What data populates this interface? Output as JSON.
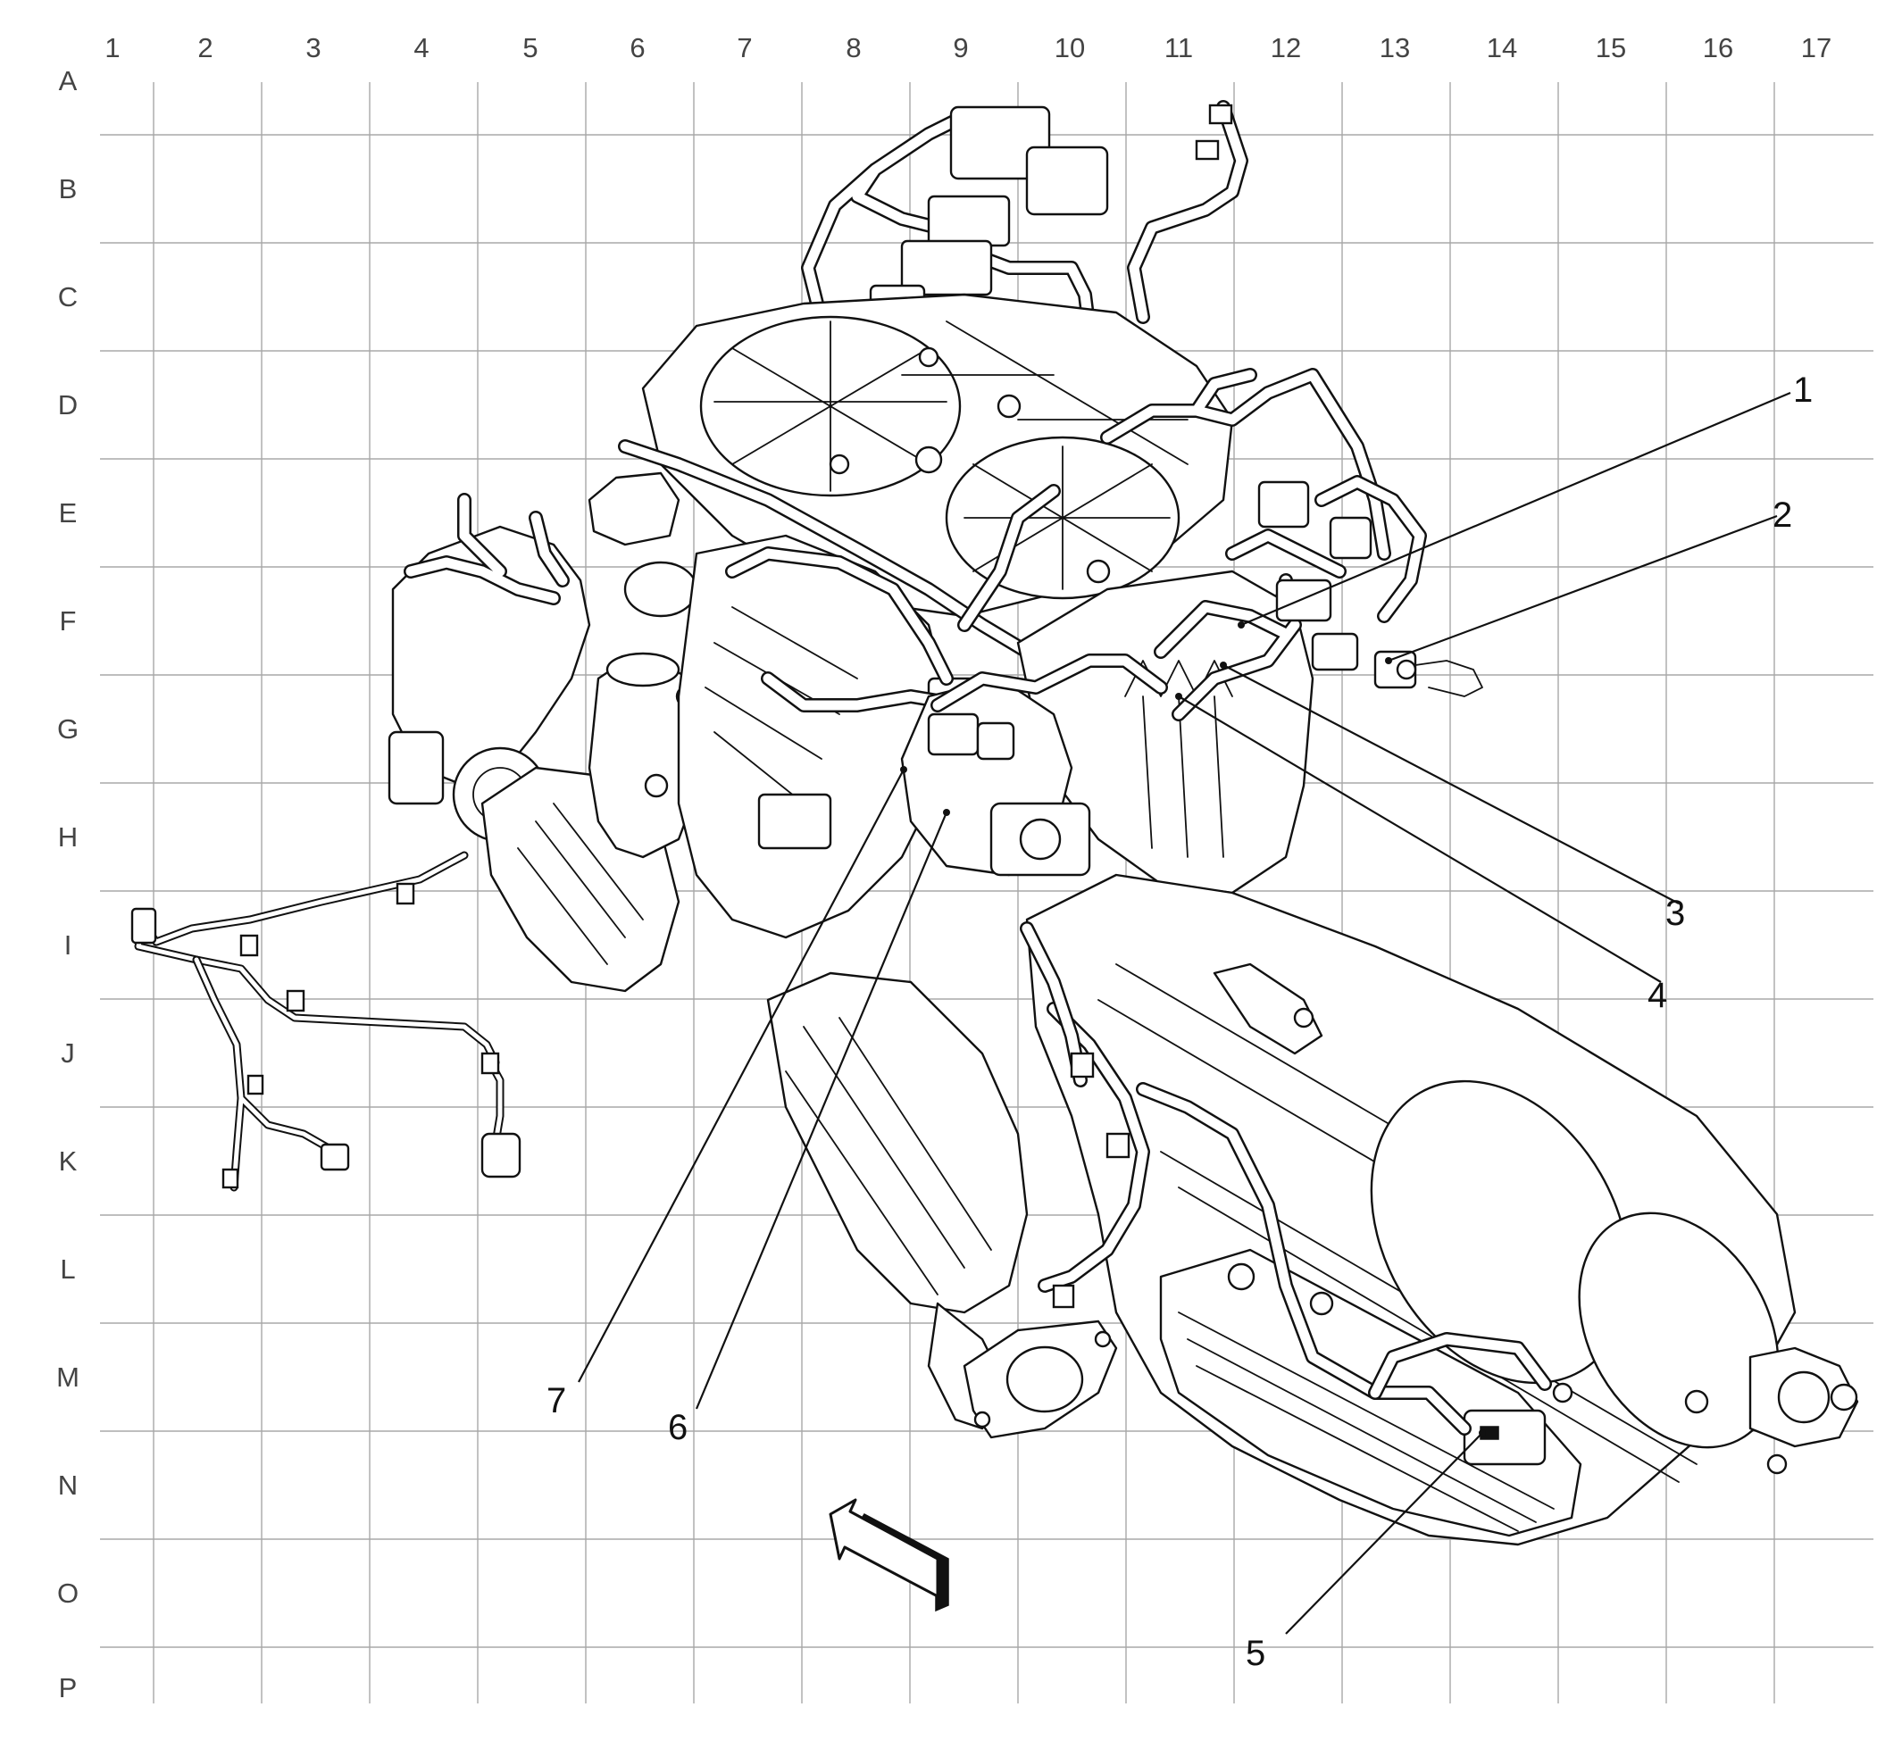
{
  "grid": {
    "columns": [
      "1",
      "2",
      "3",
      "4",
      "5",
      "6",
      "7",
      "8",
      "9",
      "10",
      "11",
      "12",
      "13",
      "14",
      "15",
      "16",
      "17"
    ],
    "rows": [
      "A",
      "B",
      "C",
      "D",
      "E",
      "F",
      "G",
      "H",
      "I",
      "J",
      "K",
      "L",
      "M",
      "N",
      "O",
      "P"
    ]
  },
  "callouts": [
    {
      "number": "1"
    },
    {
      "number": "2"
    },
    {
      "number": "3"
    },
    {
      "number": "4"
    },
    {
      "number": "5"
    },
    {
      "number": "6"
    },
    {
      "number": "7"
    }
  ],
  "icons": {
    "orientation_arrow": "front-direction-arrow-icon"
  }
}
